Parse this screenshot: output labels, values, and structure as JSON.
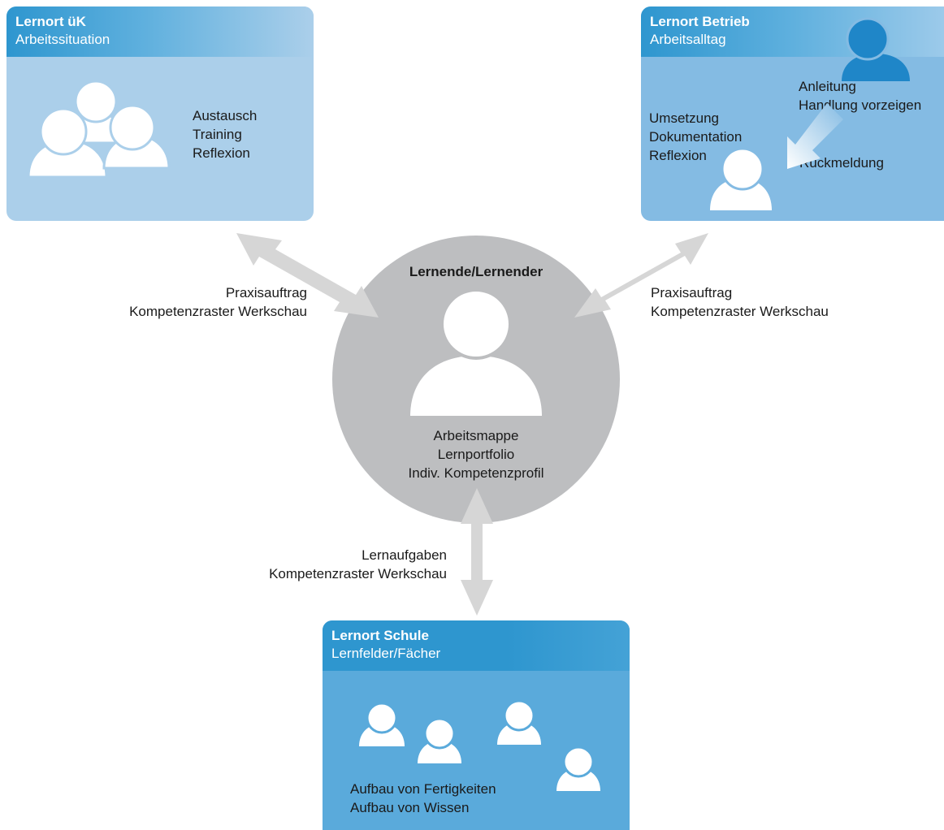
{
  "uk": {
    "title": "Lernort üK",
    "subtitle": "Arbeitssituation",
    "activities": [
      "Austausch",
      "Training",
      "Reflexion"
    ]
  },
  "betrieb": {
    "title": "Lernort Betrieb",
    "subtitle": "Arbeitsalltag",
    "trainer_lines": [
      "Anleitung",
      "Handlung vorzeigen"
    ],
    "learner_lines": [
      "Umsetzung",
      "Dokumentation",
      "Reflexion"
    ],
    "feedback": "Rückmeldung"
  },
  "schule": {
    "title": "Lernort Schule",
    "subtitle": "Lernfelder/Fächer",
    "lines": [
      "Aufbau von Fertigkeiten",
      "Aufbau von Wissen"
    ]
  },
  "center": {
    "title": "Lernende/Lernender",
    "lines": [
      "Arbeitsmappe",
      "Lernportfolio",
      "Indiv. Kompetenzprofil"
    ]
  },
  "links": {
    "left": [
      "Praxisauftrag",
      "Kompetenzraster Werkschau"
    ],
    "right": [
      "Praxisauftrag",
      "Kompetenzraster Werkschau"
    ],
    "bottom": [
      "Lernaufgaben",
      "Kompetenzraster Werkschau"
    ]
  },
  "colors": {
    "uk_box": "#abcfea",
    "betrieb_box": "#84bbe3",
    "schule_box": "#5aaadb",
    "header_accent": "#2e96cf",
    "circle": "#bdbec0",
    "arrow": "#d6d6d6",
    "trainer": "#1f86c8"
  }
}
